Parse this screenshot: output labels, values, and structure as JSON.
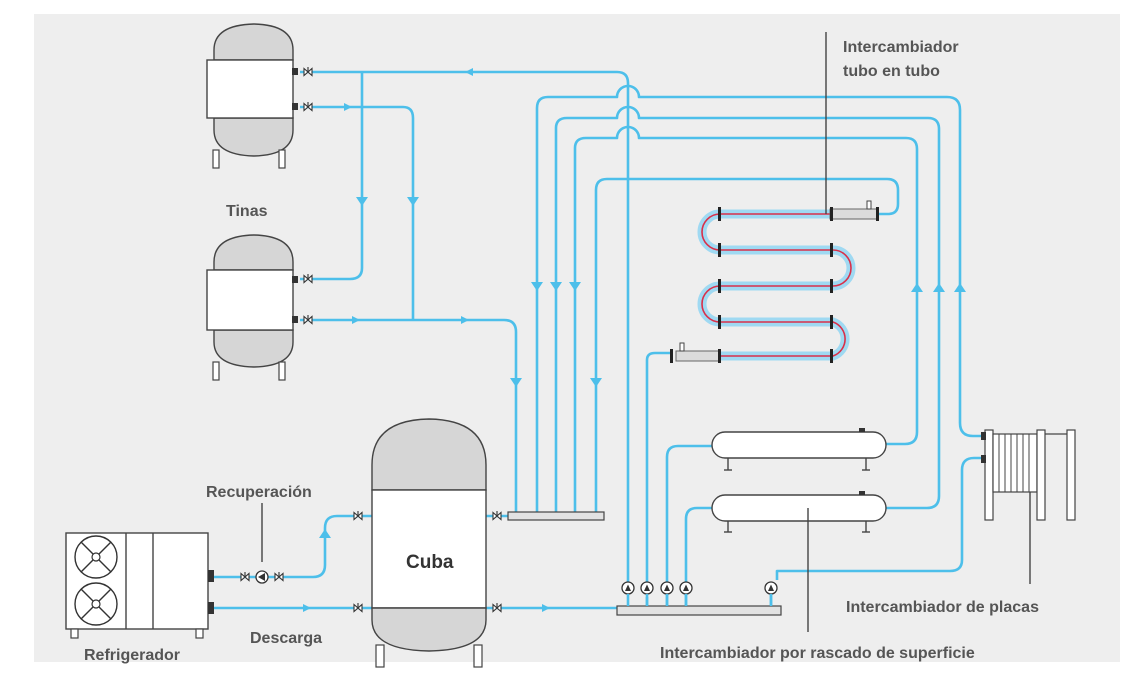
{
  "colors": {
    "background": "#eeeeee",
    "pipe": "#4dbfea",
    "vessel_fill": "#ffffff",
    "vessel_cap": "#d6d6d6",
    "outline": "#444444",
    "label": "#555555",
    "hot_line": "#d9304a"
  },
  "labels": {
    "tinas": "Tinas",
    "tube_exchanger_line1": "Intercambiador",
    "tube_exchanger_line2": "tubo en tubo",
    "recuperacion": "Recuperación",
    "cuba": "Cuba",
    "refrigerador": "Refrigerador",
    "descarga": "Descarga",
    "plate_exchanger": "Intercambiador de placas",
    "scraped_exchanger": "Intercambiador por rascado de superficie"
  },
  "icons": {
    "valve": "valve-icon",
    "pump": "pump-icon",
    "fan": "fan-icon",
    "thermometer": "thermometer-icon",
    "flow_arrow": "flow-arrow-icon"
  }
}
